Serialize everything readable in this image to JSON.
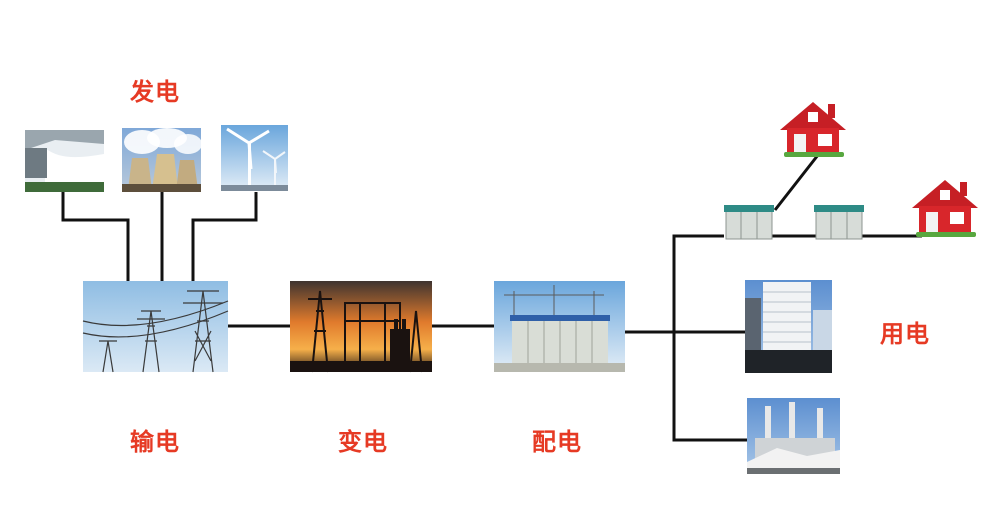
{
  "labels": {
    "generation": "发电",
    "transmission": "输电",
    "transformation": "变电",
    "distribution": "配电",
    "consumption": "用电"
  },
  "colors": {
    "label": "#e63a24",
    "line": "#111111",
    "sky": "#9fc6e8",
    "sunset": "#f0892b",
    "house_red": "#d8262b",
    "roof_red": "#c61f25",
    "cabinet": "#d7dcd8",
    "cabinet_roof": "#2e8b86",
    "grass": "#58a73f"
  },
  "icons": {
    "hydro": "hydro-dam-icon",
    "thermal": "cooling-tower-icon",
    "wind": "wind-turbine-icon",
    "transmission": "transmission-tower-icon",
    "substation": "substation-icon",
    "distribution": "distribution-cabinet-icon",
    "house": "house-icon",
    "office": "office-building-icon",
    "factory": "factory-icon",
    "box_transformer": "box-transformer-icon"
  }
}
